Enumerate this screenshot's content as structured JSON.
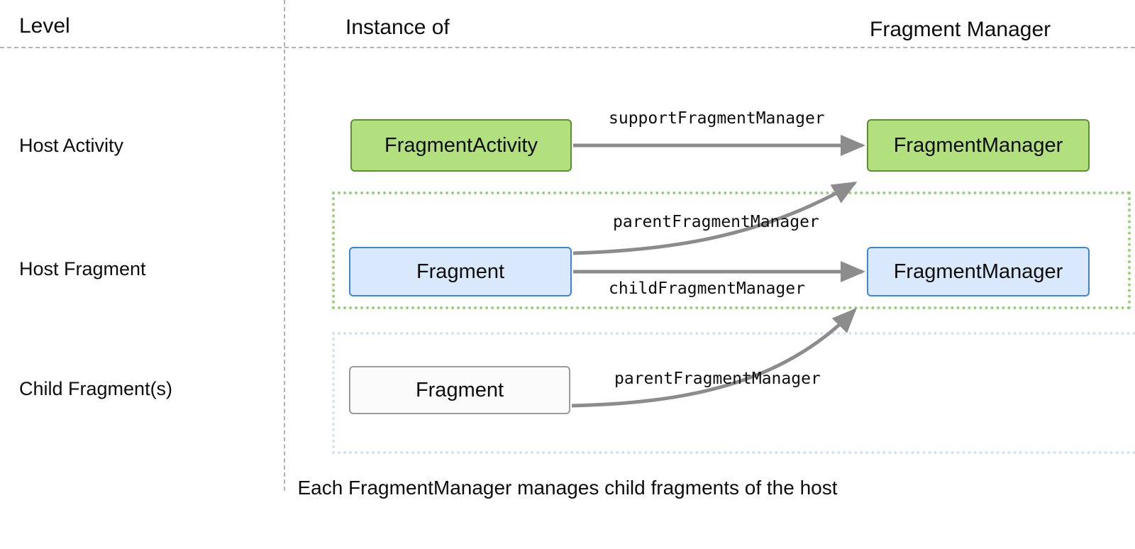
{
  "header": {
    "col_level": "Level",
    "col_instance": "Instance of",
    "col_manager": "Fragment Manager"
  },
  "rows": [
    {
      "label": "Host Activity"
    },
    {
      "label": "Host Fragment"
    },
    {
      "label": "Child Fragment(s)"
    }
  ],
  "nodes": {
    "fragment_activity": "FragmentActivity",
    "manager_activity": "FragmentManager",
    "fragment_host": "Fragment",
    "manager_host": "FragmentManager",
    "fragment_child": "Fragment"
  },
  "edges": {
    "support_fragment_manager": "supportFragmentManager",
    "parent_fragment_manager_host": "parentFragmentManager",
    "child_fragment_manager": "childFragmentManager",
    "parent_fragment_manager_child": "parentFragmentManager"
  },
  "caption": "Each FragmentManager manages child fragments of the host",
  "colors": {
    "green_fill": "#b2e07e",
    "green_stroke": "#5b9130",
    "blue_fill": "#dae8fc",
    "blue_stroke": "#3b86d6",
    "plain_fill": "#fbfbfb",
    "plain_stroke": "#9b9b9b",
    "group_green_border": "#97d077",
    "group_blue_border": "#d4e1f5",
    "arrow": "#8c8c8c",
    "divider": "#b3b3b3",
    "text": "#0d0d0d"
  }
}
